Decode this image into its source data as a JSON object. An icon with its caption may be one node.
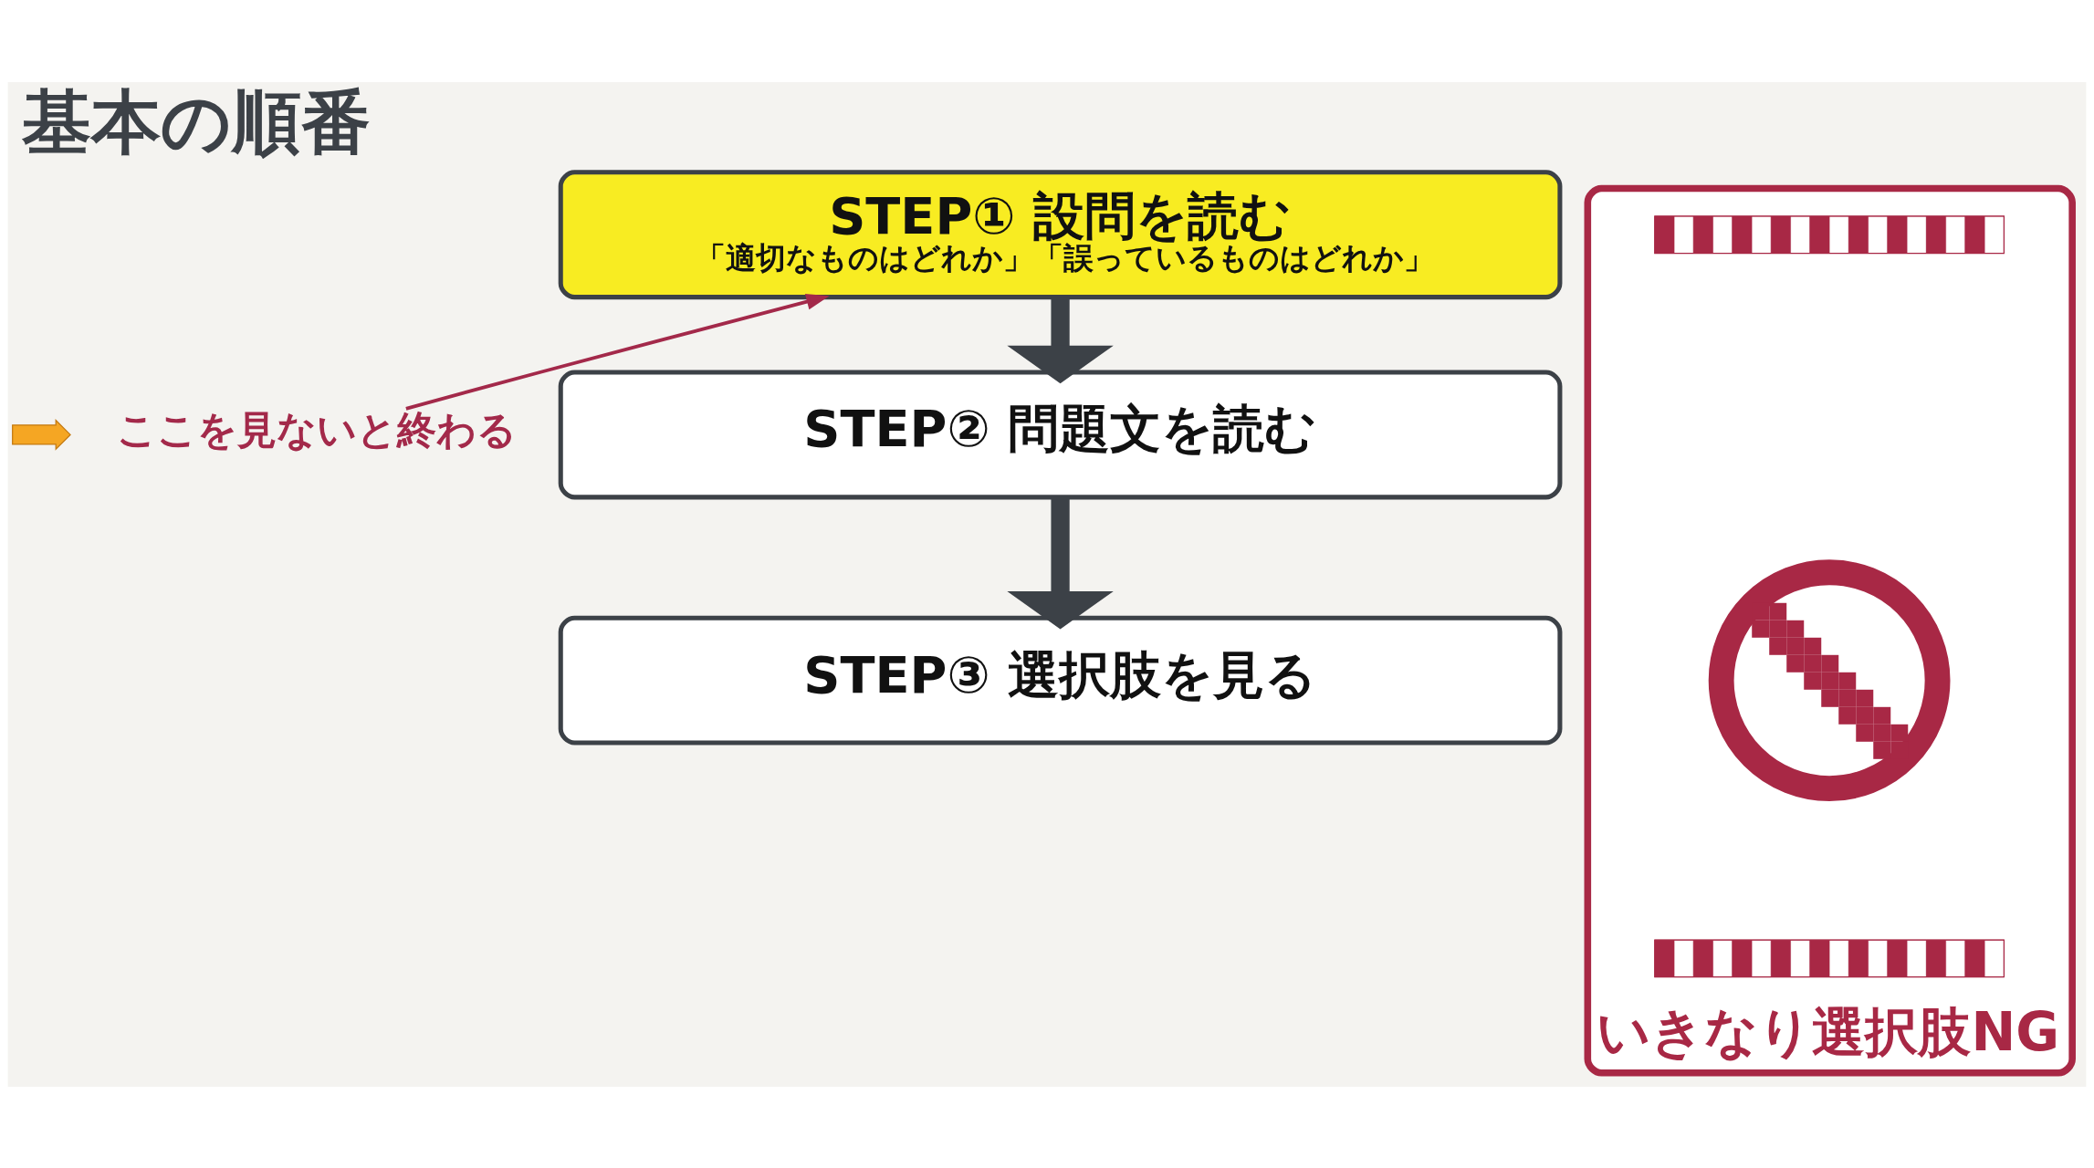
{
  "diagram": {
    "title": "基本の順番",
    "nodes": [
      {
        "text": [
          "STEP① 設問を読む",
          "「適切なものはどれか」「誤っているものはどれか」"
        ]
      },
      {
        "text": [],
        "shape": "picture"
      },
      {
        "text": [
          "ここを見ないと終わる"
        ]
      },
      {
        "text": [
          "STEP② 問題文を読む"
        ]
      },
      {
        "text": [
          "STEP③ 選択肢を見る"
        ]
      },
      {
        "text": [
          "いきなり選択肢NG"
        ]
      },
      {
        "text": [],
        "shape": "bar",
        "in": 5
      },
      {
        "text": [],
        "shape": "circle",
        "in": 5
      },
      {
        "text": [],
        "shape": "bar",
        "in": 5
      }
    ],
    "edges": [
      {
        "from": 0,
        "to": 3,
        "arrow": "to"
      },
      {
        "from": 3,
        "to": 4,
        "arrow": "to"
      },
      {
        "from": 2,
        "to": 0,
        "arrow": "to",
        "color": "#a3294a"
      }
    ]
  }
}
